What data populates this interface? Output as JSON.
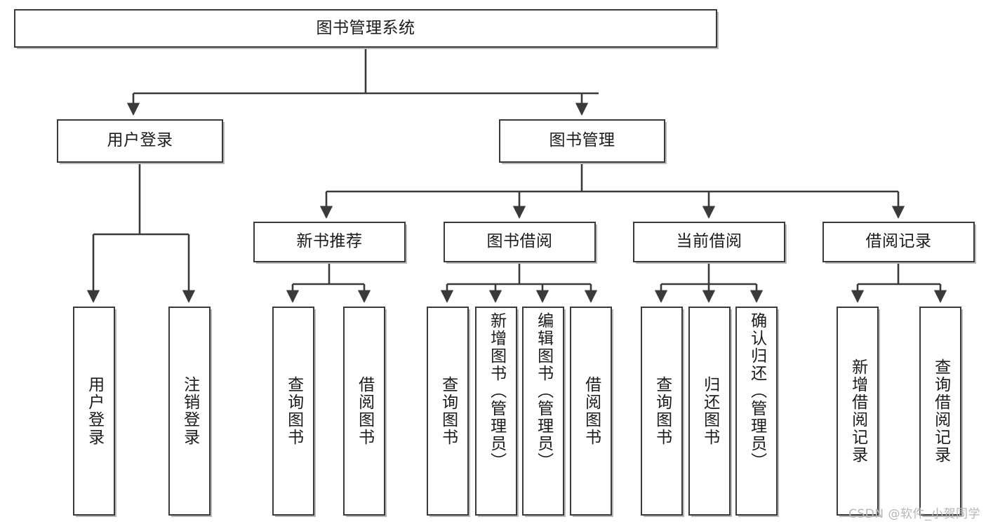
{
  "diagram": {
    "type": "tree-hierarchy-flowchart",
    "title": "图书管理系统",
    "watermark": "CSDN @软件_小贺同学",
    "colors": {
      "background": "#ffffff",
      "node_border": "#3a3a3a",
      "node_fill": "#ffffff",
      "edge": "#3a3a3a",
      "text": "#1b1b1b",
      "watermark": "#b6b6b6"
    },
    "levels": {
      "root": "图书管理系统",
      "level2": [
        "用户登录",
        "图书管理"
      ],
      "level3": [
        "新书推荐",
        "图书借阅",
        "当前借阅",
        "借阅记录"
      ]
    },
    "nodes": {
      "root": {
        "text": "图书管理系统"
      },
      "user_login": {
        "text": "用户登录"
      },
      "book_manage": {
        "text": "图书管理"
      },
      "new_book_rec": {
        "text": "新书推荐"
      },
      "book_borrow": {
        "text": "图书借阅"
      },
      "current_borrow": {
        "text": "当前借阅"
      },
      "borrow_record": {
        "text": "借阅记录"
      },
      "leaf_user_login": {
        "text": "用户登录"
      },
      "leaf_logout": {
        "text": "注销登录"
      },
      "leaf_query_book_1": {
        "text": "查询图书"
      },
      "leaf_borrow_book_1": {
        "text": "借阅图书"
      },
      "leaf_query_book_2": {
        "text": "查询图书"
      },
      "leaf_add_book": {
        "text": "新增图书（管理员）"
      },
      "leaf_edit_book": {
        "text": "编辑图书（管理员）"
      },
      "leaf_borrow_book_2": {
        "text": "借阅图书"
      },
      "leaf_query_book_3": {
        "text": "查询图书"
      },
      "leaf_return_book": {
        "text": "归还图书"
      },
      "leaf_confirm_return": {
        "text": "确认归还（管理员）"
      },
      "leaf_add_record": {
        "text": "新增借阅记录"
      },
      "leaf_query_record": {
        "text": "查询借阅记录"
      }
    },
    "edges": [
      {
        "from": "root",
        "to": "user_login"
      },
      {
        "from": "root",
        "to": "book_manage"
      },
      {
        "from": "user_login",
        "to": "leaf_user_login"
      },
      {
        "from": "user_login",
        "to": "leaf_logout"
      },
      {
        "from": "book_manage",
        "to": "new_book_rec"
      },
      {
        "from": "book_manage",
        "to": "book_borrow"
      },
      {
        "from": "book_manage",
        "to": "current_borrow"
      },
      {
        "from": "book_manage",
        "to": "borrow_record"
      },
      {
        "from": "new_book_rec",
        "to": "leaf_query_book_1"
      },
      {
        "from": "new_book_rec",
        "to": "leaf_borrow_book_1"
      },
      {
        "from": "book_borrow",
        "to": "leaf_query_book_2"
      },
      {
        "from": "book_borrow",
        "to": "leaf_add_book"
      },
      {
        "from": "book_borrow",
        "to": "leaf_edit_book"
      },
      {
        "from": "book_borrow",
        "to": "leaf_borrow_book_2"
      },
      {
        "from": "current_borrow",
        "to": "leaf_query_book_3"
      },
      {
        "from": "current_borrow",
        "to": "leaf_return_book"
      },
      {
        "from": "current_borrow",
        "to": "leaf_confirm_return"
      },
      {
        "from": "borrow_record",
        "to": "leaf_add_record"
      },
      {
        "from": "borrow_record",
        "to": "leaf_query_record"
      }
    ]
  }
}
